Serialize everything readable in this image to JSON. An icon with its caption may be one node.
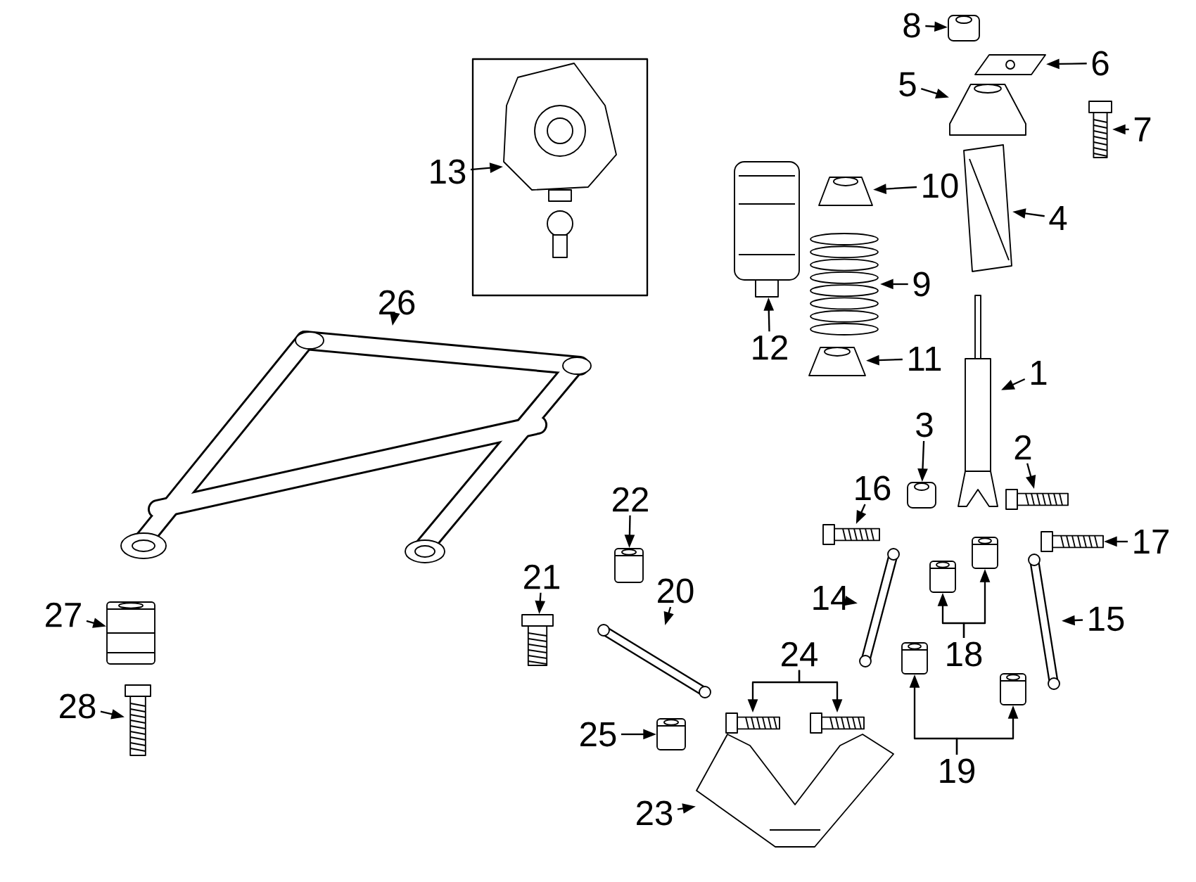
{
  "diagram": {
    "nodes": [
      {
        "text": [
          "1"
        ]
      },
      {
        "text": [
          "2"
        ]
      },
      {
        "text": [
          "3"
        ]
      },
      {
        "text": [
          "4"
        ]
      },
      {
        "text": [
          "5"
        ]
      },
      {
        "text": [
          "6"
        ]
      },
      {
        "text": [
          "7"
        ]
      },
      {
        "text": [
          "8"
        ]
      },
      {
        "text": [
          "9"
        ]
      },
      {
        "text": [
          "10"
        ]
      },
      {
        "text": [
          "11"
        ]
      },
      {
        "text": [
          "12"
        ]
      },
      {
        "text": [
          "13"
        ]
      },
      {
        "text": [
          "14"
        ]
      },
      {
        "text": [
          "15"
        ]
      },
      {
        "text": [
          "16"
        ]
      },
      {
        "text": [
          "17"
        ]
      },
      {
        "text": [
          "18"
        ]
      },
      {
        "text": [
          "19"
        ]
      },
      {
        "text": [
          "20"
        ]
      },
      {
        "text": [
          "21"
        ]
      },
      {
        "text": [
          "22"
        ]
      },
      {
        "text": [
          "23"
        ]
      },
      {
        "text": [
          "24"
        ]
      },
      {
        "text": [
          "25"
        ]
      },
      {
        "text": [
          "26"
        ]
      },
      {
        "text": [
          "27"
        ]
      },
      {
        "text": [
          "28"
        ]
      },
      {
        "text": [],
        "shape": "picture"
      },
      {
        "text": [],
        "shape": "picture"
      },
      {
        "text": [],
        "shape": "picture"
      },
      {
        "text": [],
        "shape": "picture"
      },
      {
        "text": [],
        "shape": "picture"
      },
      {
        "text": [],
        "shape": "picture"
      },
      {
        "text": [],
        "shape": "picture"
      },
      {
        "text": [],
        "shape": "picture"
      },
      {
        "text": [],
        "shape": "picture"
      },
      {
        "text": [],
        "shape": "picture"
      },
      {
        "text": [],
        "shape": "picture"
      },
      {
        "text": [],
        "shape": "picture"
      },
      {
        "text": [],
        "shape": "picture"
      },
      {
        "text": [],
        "shape": "picture"
      },
      {
        "text": [],
        "shape": "picture"
      },
      {
        "text": [],
        "shape": "picture"
      },
      {
        "text": [],
        "shape": "picture"
      },
      {
        "text": [],
        "shape": "picture"
      },
      {
        "text": [],
        "shape": "picture"
      },
      {
        "text": [],
        "shape": "picture"
      },
      {
        "text": [],
        "shape": "picture"
      },
      {
        "text": [],
        "shape": "picture"
      },
      {
        "text": [],
        "shape": "picture"
      },
      {
        "text": [],
        "shape": "picture"
      },
      {
        "text": [],
        "shape": "picture"
      },
      {
        "text": [],
        "shape": "picture"
      },
      {
        "text": [],
        "shape": "picture"
      },
      {
        "text": [],
        "shape": "picture"
      },
      {
        "text": [],
        "shape": "picture"
      },
      {
        "text": [],
        "shape": "picture"
      },
      {
        "text": [],
        "shape": "picture"
      }
    ],
    "edges": [
      {
        "from": 0,
        "to": 49,
        "arrow": "to"
      },
      {
        "from": 1,
        "to": 55,
        "arrow": "to"
      },
      {
        "from": 2,
        "to": 46,
        "arrow": "to"
      },
      {
        "from": 3,
        "to": 51,
        "arrow": "to"
      },
      {
        "from": 4,
        "to": 50,
        "arrow": "to"
      },
      {
        "from": 5,
        "to": 53,
        "arrow": "to"
      },
      {
        "from": 6,
        "to": 58,
        "arrow": "to"
      },
      {
        "from": 7,
        "to": 48,
        "arrow": "to"
      },
      {
        "from": 8,
        "to": 41,
        "arrow": "to"
      },
      {
        "from": 9,
        "to": 42,
        "arrow": "to"
      },
      {
        "from": 10,
        "to": 40,
        "arrow": "to"
      },
      {
        "from": 11,
        "to": 37,
        "arrow": "to"
      },
      {
        "from": 12,
        "to": 32,
        "arrow": "to"
      },
      {
        "from": 13,
        "to": 44,
        "arrow": "to"
      },
      {
        "from": 14,
        "to": 56,
        "arrow": "to"
      },
      {
        "from": 15,
        "to": 43,
        "arrow": "to"
      },
      {
        "from": 16,
        "to": 57,
        "arrow": "to"
      },
      {
        "from": 17,
        "to": 47,
        "arrow": "to"
      },
      {
        "from": 17,
        "to": 52,
        "arrow": "to"
      },
      {
        "from": 18,
        "to": 45,
        "arrow": "to"
      },
      {
        "from": 18,
        "to": 54,
        "arrow": "to"
      },
      {
        "from": 19,
        "to": 34,
        "arrow": "to"
      },
      {
        "from": 20,
        "to": 31,
        "arrow": "to"
      },
      {
        "from": 21,
        "to": 33,
        "arrow": "to"
      },
      {
        "from": 22,
        "to": 38,
        "arrow": "to"
      },
      {
        "from": 23,
        "to": 36,
        "arrow": "to"
      },
      {
        "from": 23,
        "to": 39,
        "arrow": "to"
      },
      {
        "from": 24,
        "to": 35,
        "arrow": "to"
      },
      {
        "from": 25,
        "to": 30,
        "arrow": "to"
      },
      {
        "from": 26,
        "to": 28,
        "arrow": "to"
      },
      {
        "from": 27,
        "to": 29,
        "arrow": "to"
      }
    ]
  }
}
